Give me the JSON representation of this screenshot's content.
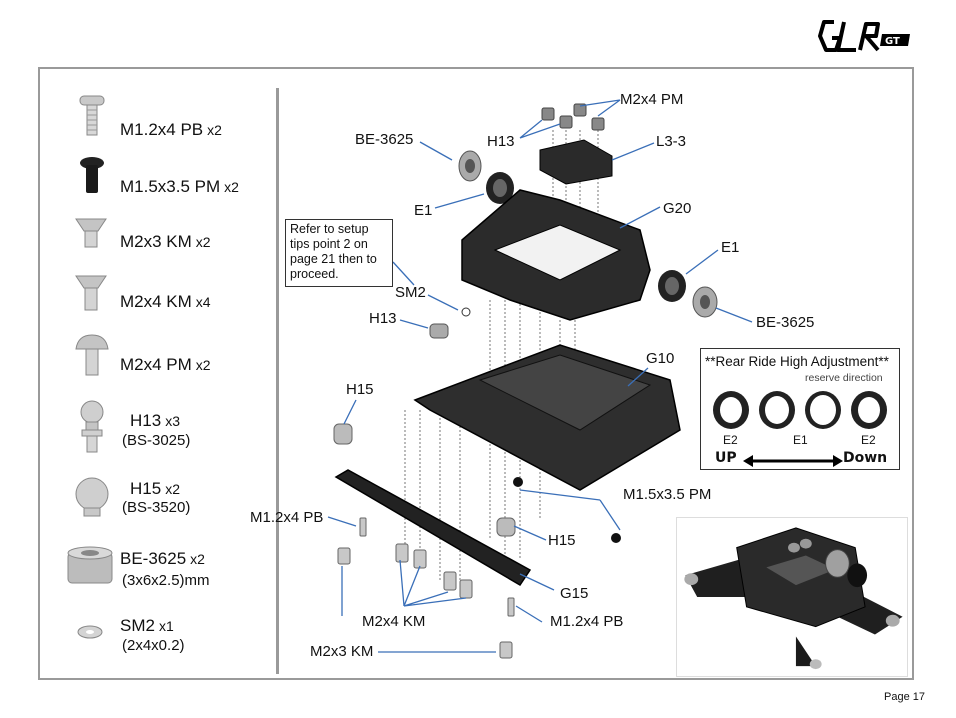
{
  "brand": "GLR GT",
  "parts": [
    {
      "name": "M1.2x4 PB",
      "qty": "x2",
      "spec": ""
    },
    {
      "name": "M1.5x3.5 PM",
      "qty": "x2",
      "spec": ""
    },
    {
      "name": "M2x3 KM",
      "qty": "x2",
      "spec": ""
    },
    {
      "name": "M2x4 KM",
      "qty": "x4",
      "spec": ""
    },
    {
      "name": "M2x4 PM",
      "qty": "x2",
      "spec": ""
    },
    {
      "name": "H13",
      "qty": "x3",
      "spec": "(BS-3025)"
    },
    {
      "name": "H15",
      "qty": "x2",
      "spec": "(BS-3520)"
    },
    {
      "name": "BE-3625",
      "qty": "x2",
      "spec": "(3x6x2.5)mm"
    },
    {
      "name": "SM2",
      "qty": "x1",
      "spec": "(2x4x0.2)"
    }
  ],
  "callouts": {
    "m2x4pm_top": "M2x4 PM",
    "h13_top": "H13",
    "l3_3": "L3-3",
    "be3625_left": "BE-3625",
    "e1_left": "E1",
    "g20": "G20",
    "e1_right": "E1",
    "be3625_right": "BE-3625",
    "sm2": "SM2",
    "h13_left": "H13",
    "g10": "G10",
    "h15_top": "H15",
    "m12x4pb_left": "M1.2x4 PB",
    "m15x35pm": "M1.5x3.5 PM",
    "h15_right": "H15",
    "g15": "G15",
    "m2x4km": "M2x4 KM",
    "m12x4pb_right": "M1.2x4 PB",
    "m2x3km": "M2x3 KM"
  },
  "note": "Refer to setup tips point 2 on page 21 then to proceed.",
  "ride_height": {
    "title": "**Rear Ride High Adjustment**",
    "subtitle": "reserve direction",
    "rings": [
      "E2",
      "E1",
      "E2"
    ],
    "up": "UP",
    "down": "Down"
  },
  "page": "Page 17"
}
